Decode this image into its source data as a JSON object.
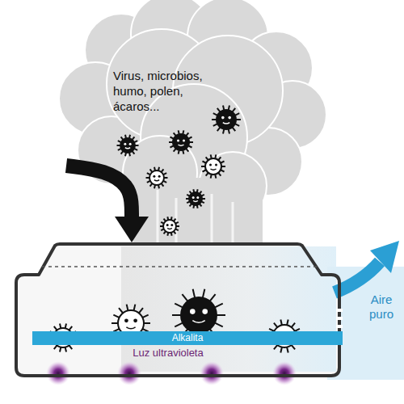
{
  "diagram": {
    "nodes": [
      {
        "text": [
          "Virus, microbios, humo, polen, ácaros..."
        ]
      },
      {
        "text": [
          "Luz ultravioleta"
        ]
      },
      {
        "text": [
          "Alkalita"
        ],
        "in": 1
      }
    ],
    "edges": [
      {
        "from": 0,
        "to": 1,
        "arrow": "to"
      }
    ],
    "labels": [
      "Aire puro"
    ]
  }
}
